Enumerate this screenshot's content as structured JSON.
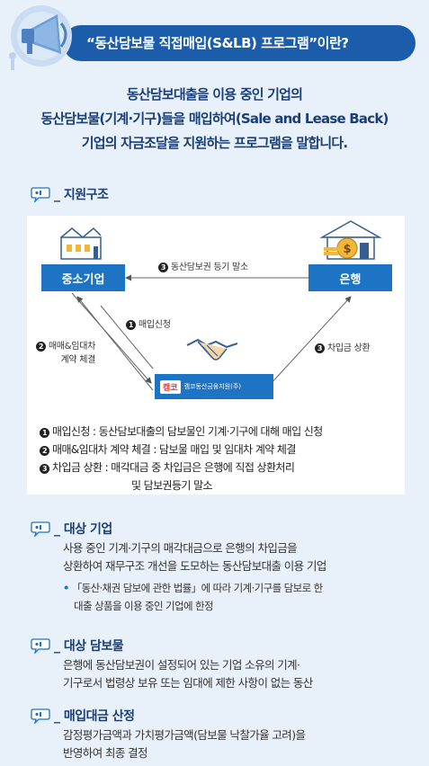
{
  "header": {
    "title": "“동산담보물 직접매입(S&LB) 프로그램”이란?"
  },
  "intro": {
    "lines": [
      "동산담보대출을 이용 중인 기업의",
      "동산담보물(기계·기구)들을 매입하여(Sale and Lease Back)",
      "기업의 자금조달을 지원하는 프로그램을 말합니다."
    ]
  },
  "structure": {
    "title": "_ 지원구조",
    "node_sme": "중소기업",
    "node_bank": "은행",
    "step3_top": "동산담보권 등기 말소",
    "step1": "매입신청",
    "step2_line1": "매매&임대차",
    "step2_line2": "계약 체결",
    "step3_right": "차입금 상환",
    "center_logo_text": "캠코",
    "center_org": "캠코동산금융지원(주)",
    "num1": "1",
    "num2": "2",
    "num3": "3",
    "legend": [
      "매입신청 : 동산담보대출의 담보물인 기계·기구에 대해 매입 신청",
      "매매&임대차 계약 체결 : 담보물 매입 및 임대차 계약 체결",
      "차입금 상환 : 매각대금 중 차입금은 은행에 직접 상환처리",
      "및 담보권등기 말소"
    ]
  },
  "target_company": {
    "title": "_ 대상 기업",
    "lines": [
      "사용 중인 기계·기구의 매각대금으로 은행의 차입금을",
      "상환하여 재무구조 개선을 도모하는 동산담보대출 이용 기업"
    ],
    "bullet_mark": "•",
    "bullet_lines": [
      "「동산·채권 담보에 관한 법률」에 따라 기계·기구를 담보로 한",
      "대출 상품을 이용 중인 기업에 한정"
    ]
  },
  "target_collateral": {
    "title": "_ 대상 담보물",
    "lines": [
      "은행에 동산담보권이 설정되어 있는 기업 소유의 기계·",
      "기구로서 법령상 보유 또는 임대에 제한 사항이 없는 동산"
    ]
  },
  "valuation": {
    "title": "_ 매입대금 산정",
    "lines": [
      "감정평가금액과 가치평가금액(담보물 낙찰가율 고려)을",
      "반영하여 최종 결정"
    ]
  },
  "colors": {
    "primary": "#1b5daa",
    "accent": "#1d73c4",
    "heading": "#1a3e78",
    "background": "#e8f1fa"
  }
}
